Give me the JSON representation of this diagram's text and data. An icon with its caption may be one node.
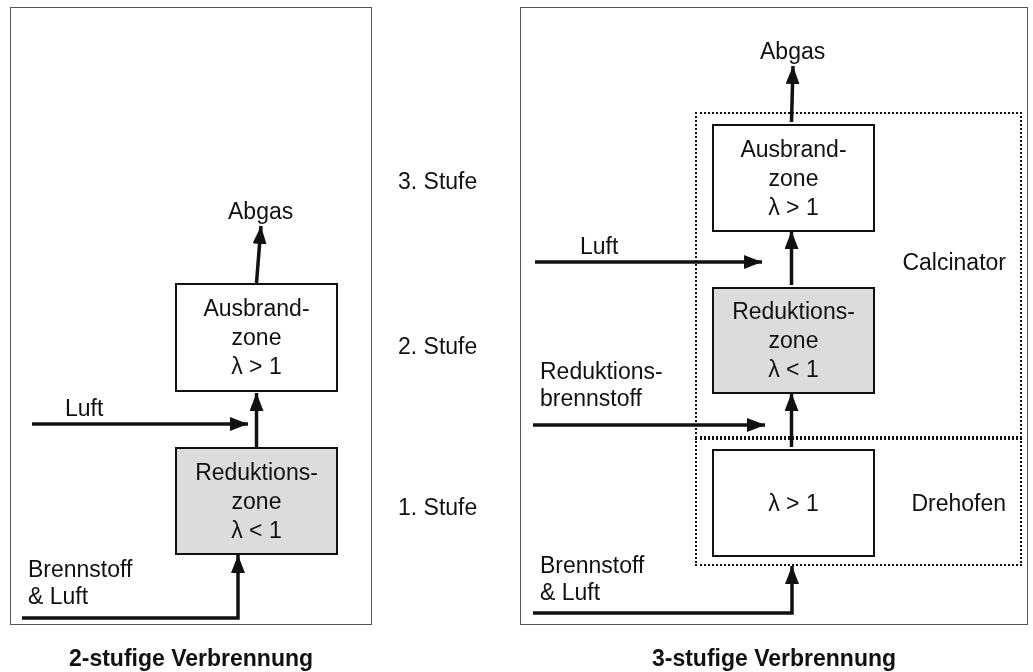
{
  "diagram": {
    "nodes": [
      {
        "text": [
          "2-stufige Verbrennung"
        ]
      },
      {
        "text": [
          "Ausbrand- zone",
          "λ > 1"
        ],
        "in": 0
      },
      {
        "text": [
          "Reduktions- zone",
          "λ < 1"
        ],
        "in": 0
      },
      {
        "text": [
          "Abgas"
        ],
        "in": 0
      },
      {
        "text": [
          "Luft"
        ],
        "in": 0
      },
      {
        "text": [
          "Brennstoff & Luft"
        ],
        "in": 0
      },
      {
        "text": [
          "3-stufige Verbrennung"
        ]
      },
      {
        "text": [
          "Calcinator"
        ],
        "in": 6
      },
      {
        "text": [
          "Drehofen"
        ],
        "in": 6
      },
      {
        "text": [
          "Ausbrand- zone",
          "λ > 1"
        ],
        "in": 7
      },
      {
        "text": [
          "Reduktions- zone",
          "λ < 1"
        ],
        "in": 7
      },
      {
        "text": [
          "λ > 1"
        ],
        "in": 8
      },
      {
        "text": [
          "Abgas"
        ],
        "in": 6
      },
      {
        "text": [
          "Luft"
        ],
        "in": 6
      },
      {
        "text": [
          "Reduktions- brennstoff"
        ],
        "in": 6
      },
      {
        "text": [
          "Brennstoff & Luft"
        ],
        "in": 6
      }
    ],
    "edges": [
      {
        "from": 2,
        "to": 1,
        "arrow": "to"
      },
      {
        "from": 1,
        "to": 3,
        "arrow": "to"
      },
      {
        "from": 4,
        "to": 1,
        "arrow": "to"
      },
      {
        "from": 5,
        "to": 2,
        "arrow": "to"
      },
      {
        "from": 11,
        "to": 10,
        "arrow": "to"
      },
      {
        "from": 10,
        "to": 9,
        "arrow": "to"
      },
      {
        "from": 9,
        "to": 12,
        "arrow": "to"
      },
      {
        "from": 13,
        "to": 9,
        "arrow": "to"
      },
      {
        "from": 14,
        "to": 10,
        "arrow": "to"
      },
      {
        "from": 15,
        "to": 8,
        "arrow": "to"
      }
    ],
    "labels": [
      "3. Stufe",
      "2. Stufe",
      "1. Stufe"
    ]
  }
}
